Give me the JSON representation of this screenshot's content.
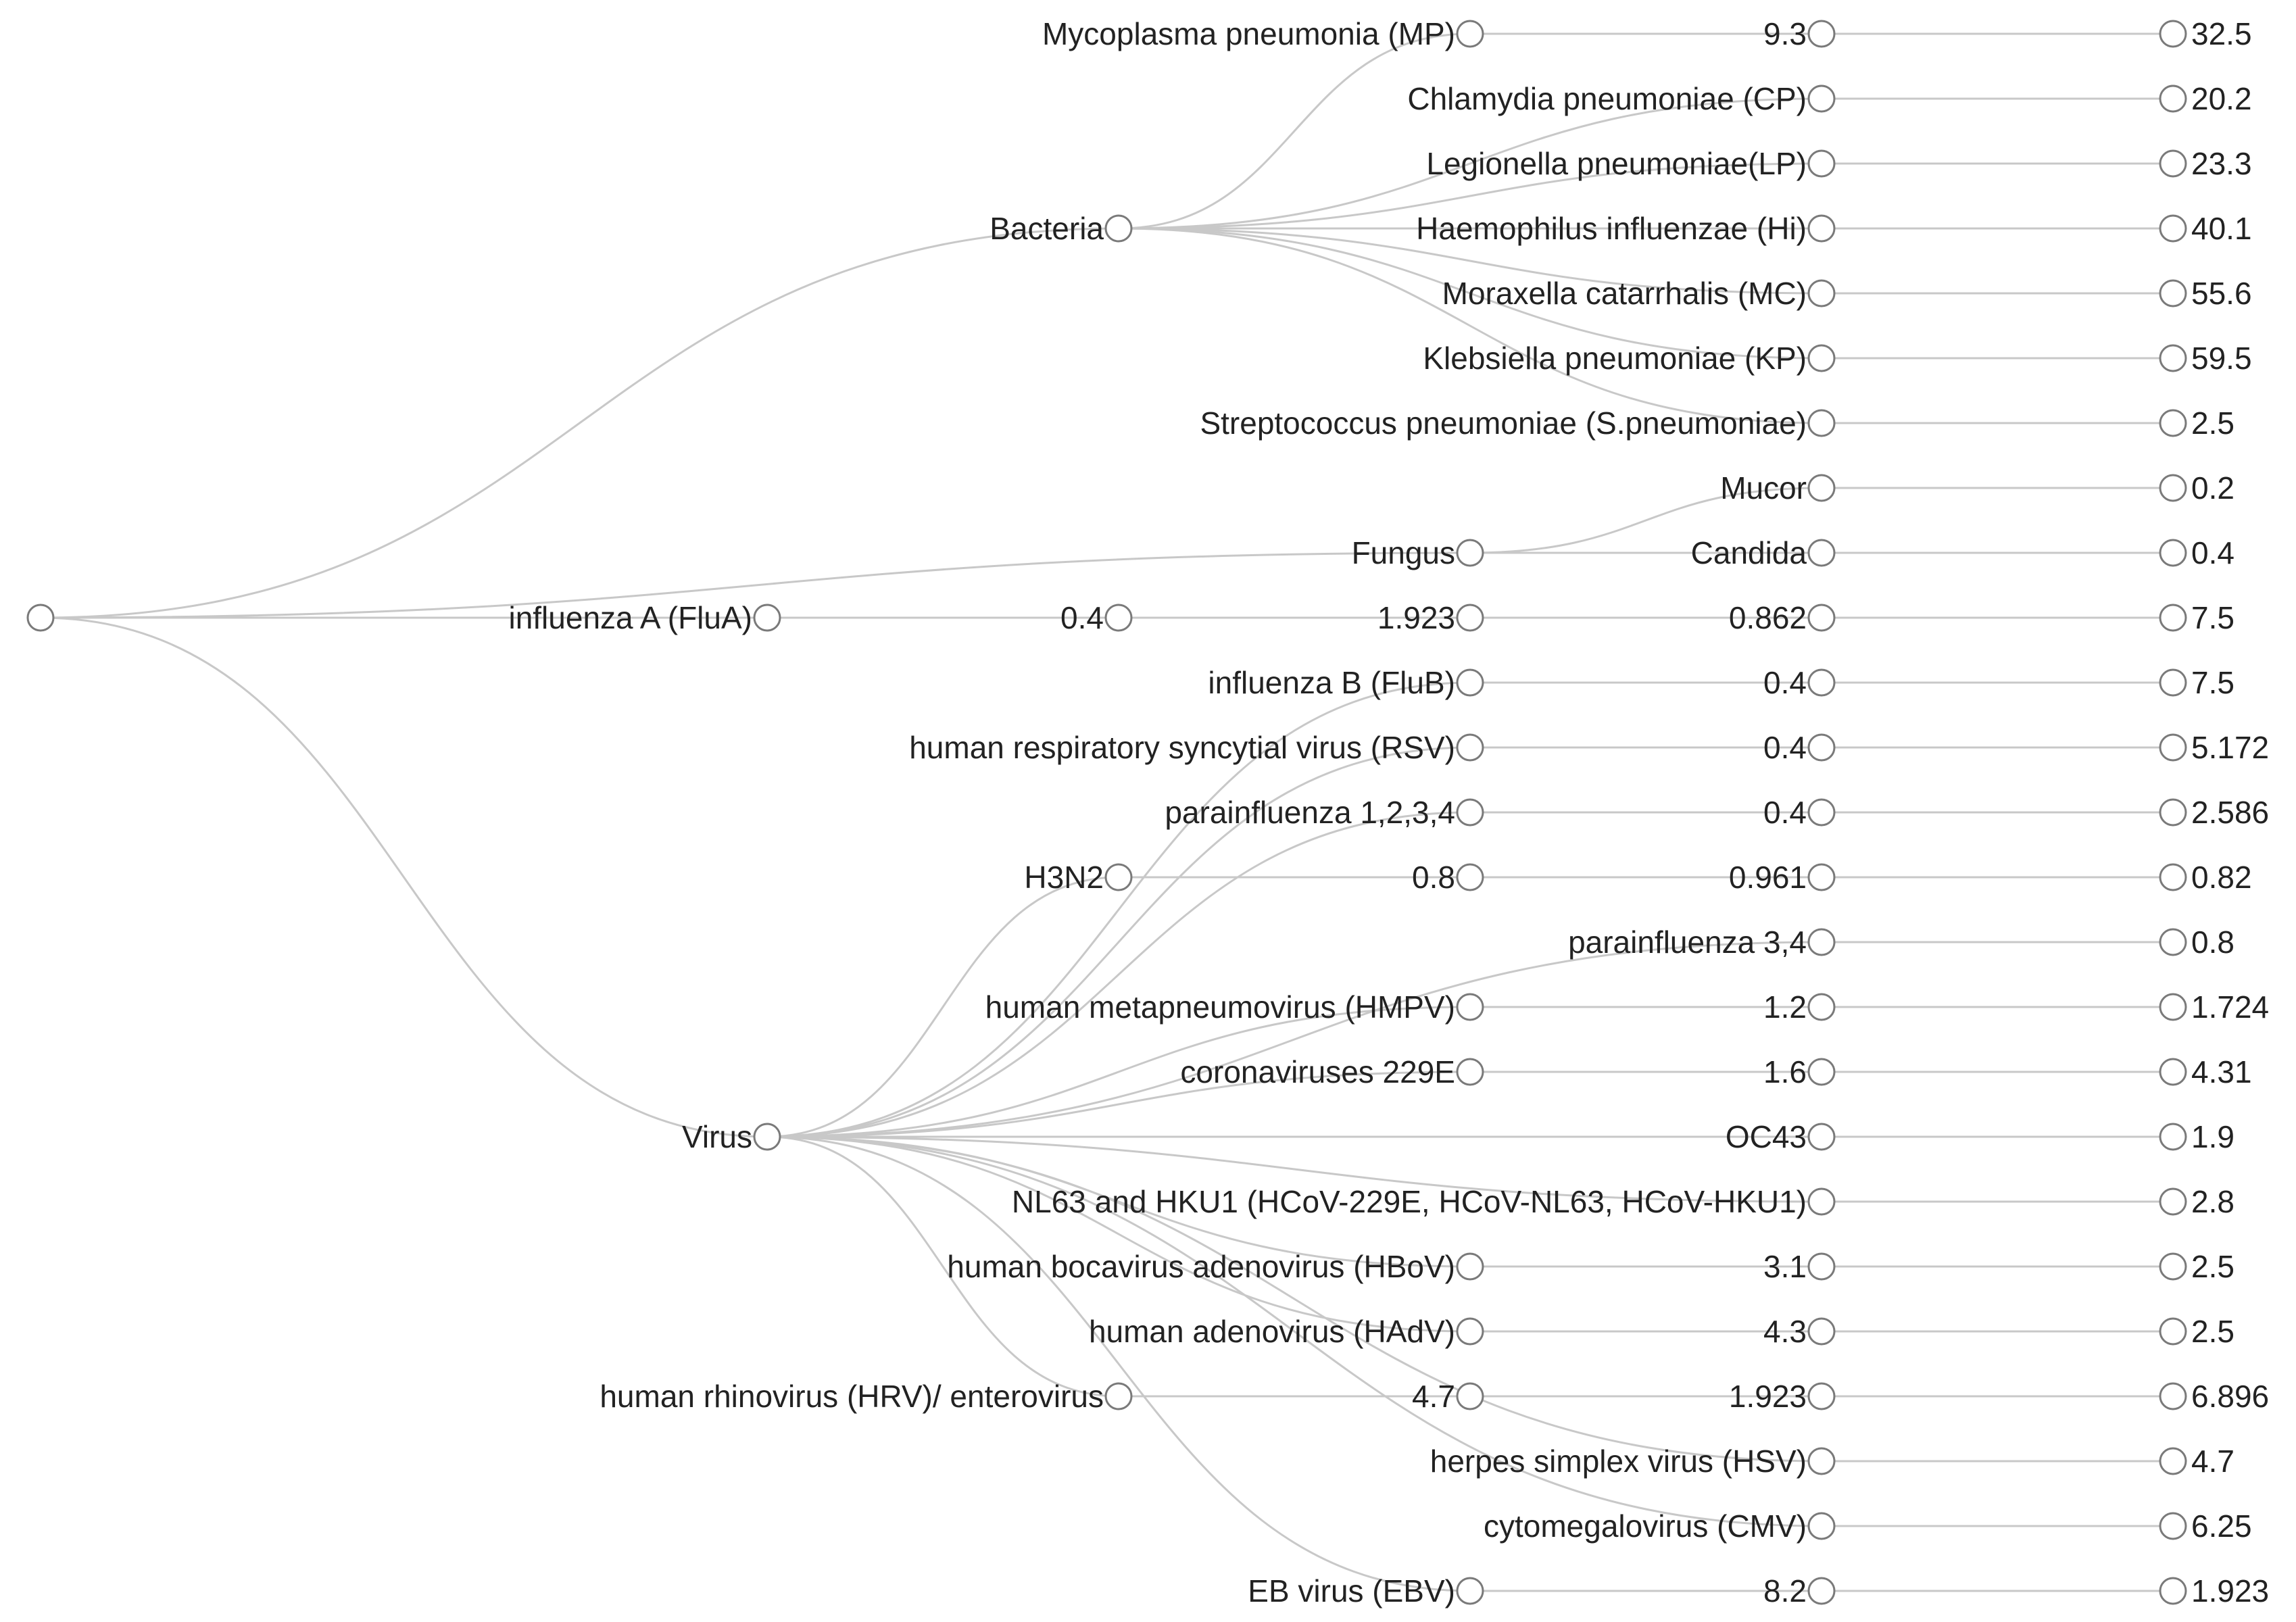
{
  "tree": {
    "root": {
      "label": ""
    },
    "branches": [
      {
        "id": "bacteria",
        "label": "Bacteria",
        "row": 3,
        "col": 1,
        "parent": "root"
      },
      {
        "id": "fungus",
        "label": "Fungus",
        "row": 8,
        "col": 2,
        "parent": "root"
      },
      {
        "id": "virus",
        "label": "Virus",
        "row": 17,
        "col": 0.5,
        "parent": "root"
      }
    ],
    "leaves": [
      {
        "row": 0,
        "parent": "bacteria",
        "name": "Mycoplasma pneumonia (MP)",
        "name_col": 2,
        "values": [
          [
            "9.3",
            3
          ],
          [
            "32.5",
            4
          ]
        ]
      },
      {
        "row": 1,
        "parent": "bacteria",
        "name": "Chlamydia pneumoniae (CP)",
        "name_col": 3,
        "values": [
          [
            "20.2",
            4
          ]
        ]
      },
      {
        "row": 2,
        "parent": "bacteria",
        "name": "Legionella pneumoniae(LP)",
        "name_col": 3,
        "values": [
          [
            "23.3",
            4
          ]
        ]
      },
      {
        "row": 3,
        "parent": "bacteria",
        "name": "Haemophilus influenzae (Hi)",
        "name_col": 3,
        "values": [
          [
            "40.1",
            4
          ]
        ]
      },
      {
        "row": 4,
        "parent": "bacteria",
        "name": "Moraxella catarrhalis (MC)",
        "name_col": 3,
        "values": [
          [
            "55.6",
            4
          ]
        ]
      },
      {
        "row": 5,
        "parent": "bacteria",
        "name": "Klebsiella pneumoniae (KP)",
        "name_col": 3,
        "values": [
          [
            "59.5",
            4
          ]
        ]
      },
      {
        "row": 6,
        "parent": "bacteria",
        "name": "Streptococcus pneumoniae (S.pneumoniae)",
        "name_col": 3,
        "values": [
          [
            "2.5",
            4
          ]
        ]
      },
      {
        "row": 7,
        "parent": "fungus",
        "name": "Mucor",
        "name_col": 3,
        "values": [
          [
            "0.2",
            4
          ]
        ]
      },
      {
        "row": 8,
        "parent": "fungus",
        "name": "Candida",
        "name_col": 3,
        "values": [
          [
            "0.4",
            4
          ]
        ]
      },
      {
        "row": 9,
        "parent": "root",
        "name": "influenza A (FluA)",
        "name_col": 0.5,
        "values": [
          [
            "0.4",
            1
          ],
          [
            "1.923",
            2
          ],
          [
            "0.862",
            3
          ],
          [
            "7.5",
            4
          ]
        ]
      },
      {
        "row": 10,
        "parent": "virus",
        "name": "influenza B (FluB)",
        "name_col": 2,
        "values": [
          [
            "0.4",
            3
          ],
          [
            "7.5",
            4
          ]
        ]
      },
      {
        "row": 11,
        "parent": "virus",
        "name": "human respiratory syncytial virus (RSV)",
        "name_col": 2,
        "values": [
          [
            "0.4",
            3
          ],
          [
            "5.172",
            4
          ]
        ]
      },
      {
        "row": 12,
        "parent": "virus",
        "name": "parainfluenza 1,2,3,4",
        "name_col": 2,
        "values": [
          [
            "0.4",
            3
          ],
          [
            "2.586",
            4
          ]
        ]
      },
      {
        "row": 13,
        "parent": "virus",
        "name": "H3N2",
        "name_col": 1,
        "values": [
          [
            "0.8",
            2
          ],
          [
            "0.961",
            3
          ],
          [
            "0.82",
            4
          ]
        ]
      },
      {
        "row": 14,
        "parent": "virus",
        "name": "parainfluenza 3,4",
        "name_col": 3,
        "values": [
          [
            "0.8",
            4
          ]
        ]
      },
      {
        "row": 15,
        "parent": "virus",
        "name": "human metapneumovirus (HMPV)",
        "name_col": 2,
        "values": [
          [
            "1.2",
            3
          ],
          [
            "1.724",
            4
          ]
        ]
      },
      {
        "row": 16,
        "parent": "virus",
        "name": "coronaviruses 229E",
        "name_col": 2,
        "values": [
          [
            "1.6",
            3
          ],
          [
            "4.31",
            4
          ]
        ]
      },
      {
        "row": 17,
        "parent": "virus",
        "name": "OC43",
        "name_col": 3,
        "values": [
          [
            "1.9",
            4
          ]
        ]
      },
      {
        "row": 18,
        "parent": "virus",
        "name": "NL63 and HKU1 (HCoV-229E, HCoV-NL63, HCoV-HKU1)",
        "name_col": 3,
        "values": [
          [
            "2.8",
            4
          ]
        ]
      },
      {
        "row": 19,
        "parent": "virus",
        "name": "human bocavirus adenovirus (HBoV)",
        "name_col": 2,
        "values": [
          [
            "3.1",
            3
          ],
          [
            "2.5",
            4
          ]
        ]
      },
      {
        "row": 20,
        "parent": "virus",
        "name": "human adenovirus (HAdV)",
        "name_col": 2,
        "values": [
          [
            "4.3",
            3
          ],
          [
            "2.5",
            4
          ]
        ]
      },
      {
        "row": 21,
        "parent": "virus",
        "name": "human rhinovirus (HRV)/ enterovirus",
        "name_col": 1,
        "values": [
          [
            "4.7",
            2
          ],
          [
            "1.923",
            3
          ],
          [
            "6.896",
            4
          ]
        ]
      },
      {
        "row": 22,
        "parent": "virus",
        "name": "herpes simplex virus (HSV)",
        "name_col": 3,
        "values": [
          [
            "4.7",
            4
          ]
        ]
      },
      {
        "row": 23,
        "parent": "virus",
        "name": "cytomegalovirus (CMV)",
        "name_col": 3,
        "values": [
          [
            "6.25",
            4
          ]
        ]
      },
      {
        "row": 24,
        "parent": "virus",
        "name": "EB virus (EBV)",
        "name_col": 2,
        "values": [
          [
            "8.2",
            3
          ],
          [
            "1.923",
            4
          ]
        ]
      }
    ]
  }
}
